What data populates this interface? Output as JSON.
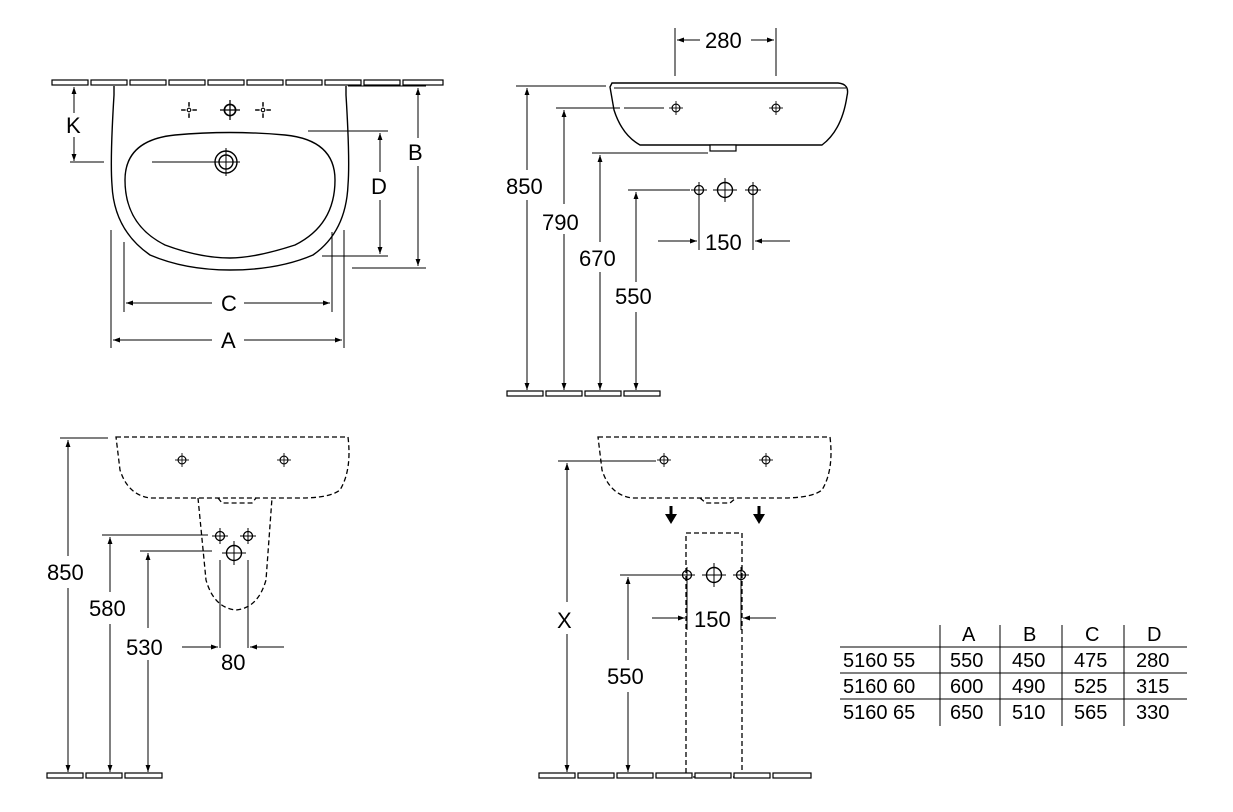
{
  "views": {
    "top_view": {
      "labels": {
        "k": "K",
        "b": "B",
        "d": "D",
        "c": "C",
        "a": "A"
      }
    },
    "side_view": {
      "dims": {
        "width_280": "280",
        "h850": "850",
        "h790": "790",
        "h670": "670",
        "h550": "550",
        "w150": "150"
      }
    },
    "half_pedestal_view": {
      "dims": {
        "h850": "850",
        "h580": "580",
        "h530": "530",
        "w80": "80"
      }
    },
    "pedestal_view": {
      "dims": {
        "x": "X",
        "h550": "550",
        "w150": "150"
      }
    }
  },
  "table": {
    "headers": [
      "",
      "A",
      "B",
      "C",
      "D"
    ],
    "rows": [
      [
        "5160 55",
        "550",
        "450",
        "475",
        "280"
      ],
      [
        "5160 60",
        "600",
        "490",
        "525",
        "315"
      ],
      [
        "5160 65",
        "650",
        "510",
        "565",
        "330"
      ]
    ]
  },
  "colors": {
    "line": "#000000",
    "background": "#ffffff"
  }
}
